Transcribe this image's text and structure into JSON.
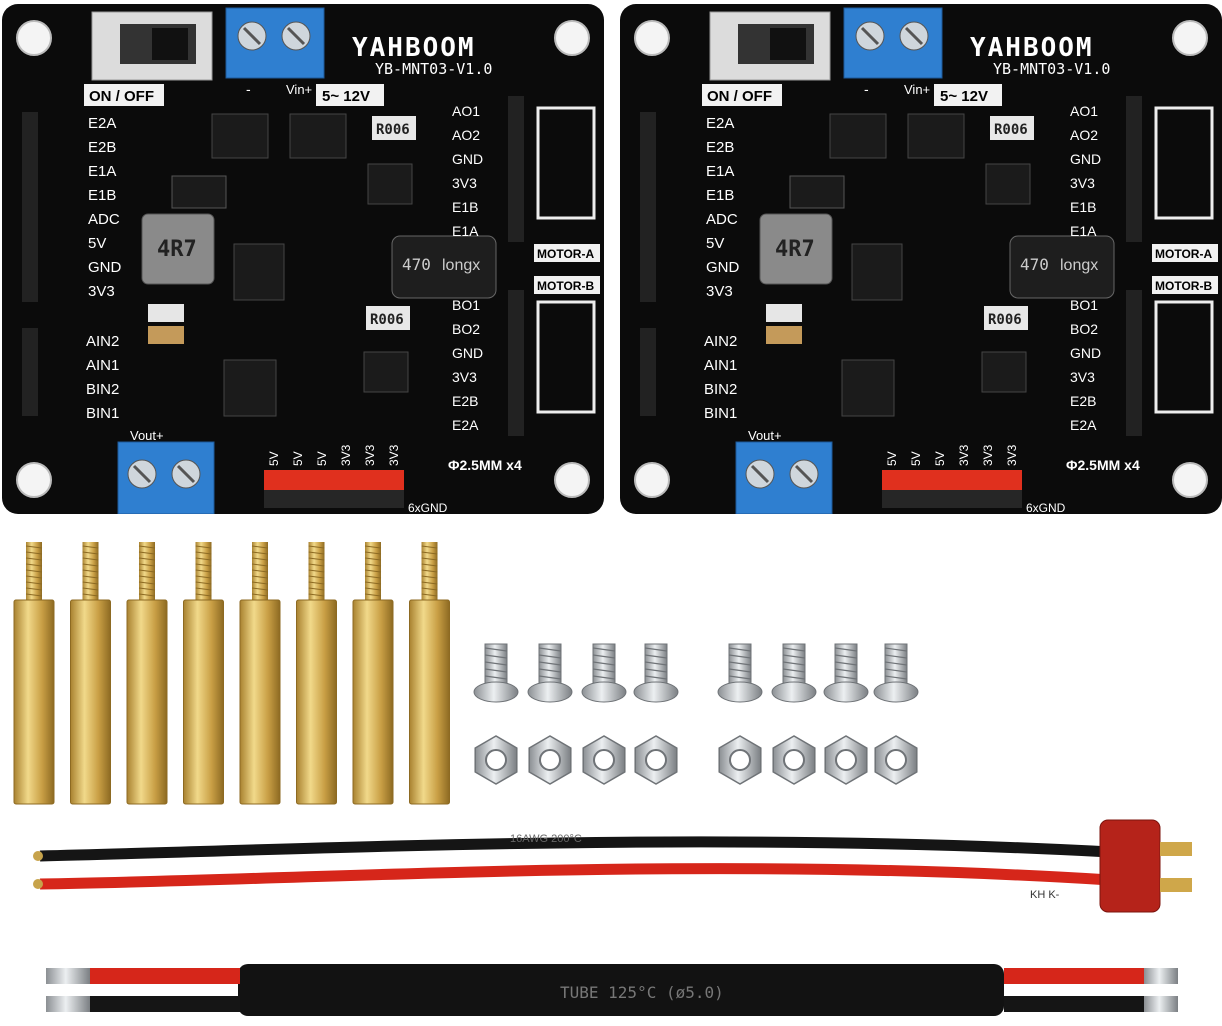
{
  "board": {
    "brand": "YAHBOOM",
    "model": "YB-MNT03-V1.0",
    "switch_label": "ON / OFF",
    "voltage_label": "5~ 12V",
    "vin_label": "Vin+",
    "vin_minus": "-",
    "vout_label": "Vout+",
    "hole_label": "Φ2.5MM x4",
    "gnd_label": "6xGND",
    "motor_a_label": "MOTOR-A",
    "motor_b_label": "MOTOR-B",
    "left_pins": [
      "E2A",
      "E2B",
      "E1A",
      "E1B",
      "ADC",
      "5V",
      "GND",
      "3V3"
    ],
    "left_pins_lower": [
      "AIN2",
      "AIN1",
      "BIN2",
      "BIN1"
    ],
    "right_pins_a": [
      "AO1",
      "AO2",
      "GND",
      "3V3",
      "E1B",
      "E1A"
    ],
    "right_pins_b": [
      "BO1",
      "BO2",
      "GND",
      "3V3",
      "E2B",
      "E2A"
    ],
    "power_pins": [
      "5V",
      "5V",
      "5V",
      "3V3",
      "3V3",
      "3V3"
    ],
    "inductor_code": "4R7",
    "resistor_code_top": "R006",
    "resistor_code_bottom": "R006",
    "capacitor_brand": "longx",
    "capacitor_value": "470"
  },
  "parts": {
    "standoff_count": 8,
    "screw_count": 8,
    "nut_count": 8,
    "wire_print": "16AWG 200°C",
    "tube_print": "TUBE 125°C (ø5.0)",
    "connector_print": "KH K-"
  },
  "colors": {
    "pcb": "#0b0b0b",
    "silk": "#ffffff",
    "terminal": "#2f7fd0",
    "label_bg": "#f2f2f2",
    "header_red": "#e0301e",
    "brass": "#d8b45a",
    "wire_red": "#d6261a",
    "wire_black": "#151515"
  }
}
